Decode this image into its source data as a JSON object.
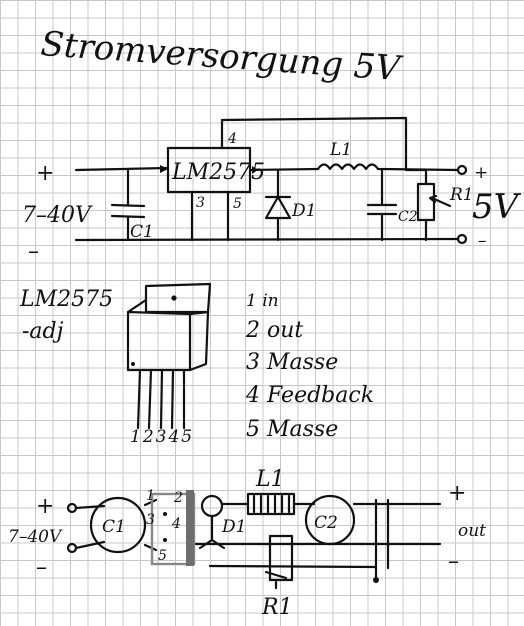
{
  "title": "Stromversorgung 5V",
  "schematic": {
    "ic_label": "LM2575",
    "pin_top": "4",
    "pin_3": "3",
    "pin_5": "5",
    "input_plus": "+",
    "input_minus": "–",
    "input_voltage": "7–40V",
    "c1": "C1",
    "d1": "D1",
    "l1": "L1",
    "c2": "C2",
    "r1": "R1",
    "output_plus": "+",
    "output_minus": "–",
    "output_voltage": "5V"
  },
  "pinout": {
    "name_line1": "LM2575",
    "name_line2": "-adj",
    "pin_numbers": "12345",
    "pins": [
      "1 in",
      "2 out",
      "3 Masse",
      "4 Feedback",
      "5 Masse"
    ]
  },
  "layout": {
    "input_plus": "+",
    "input_minus": "–",
    "input_voltage": "7–40V",
    "c1": "C1",
    "pin1": "1",
    "pin2": "2",
    "pin3": "3",
    "pin4": "4",
    "pin5": "5",
    "d1": "D1",
    "l1": "L1",
    "c2": "C2",
    "r1": "R1",
    "output_plus": "+",
    "output_minus": "–",
    "out": "out"
  }
}
